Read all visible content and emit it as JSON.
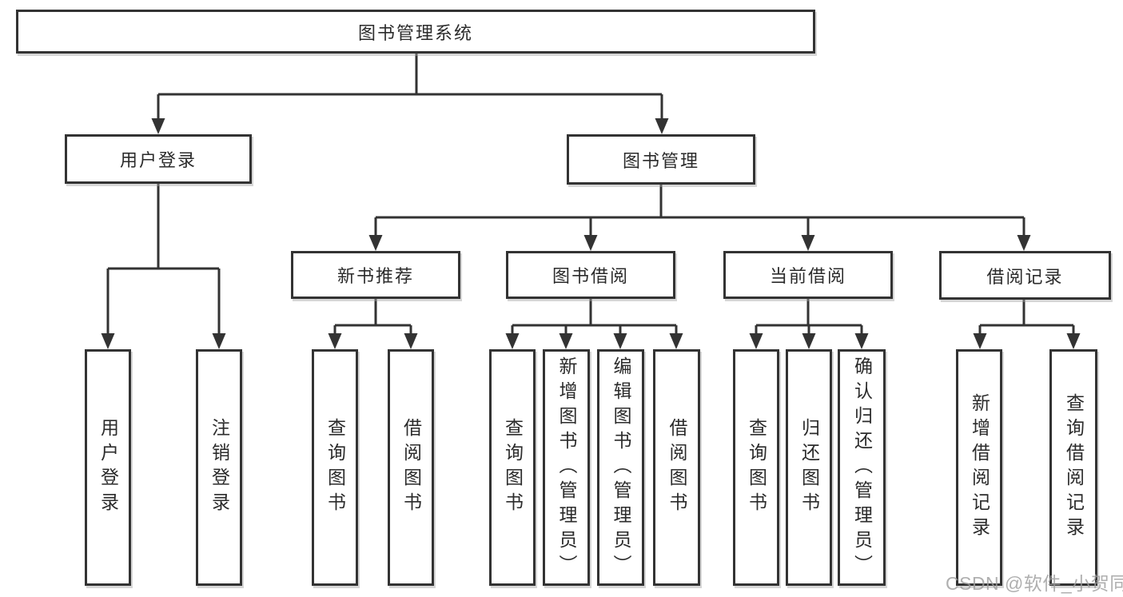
{
  "diagram": {
    "root": {
      "label": "图书管理系统"
    },
    "branches": [
      {
        "label": "用户登录",
        "children": [
          {
            "label": "用户登录"
          },
          {
            "label": "注销登录"
          }
        ]
      },
      {
        "label": "图书管理",
        "children": [
          {
            "label": "新书推荐",
            "children": [
              {
                "label": "查询图书"
              },
              {
                "label": "借阅图书"
              }
            ]
          },
          {
            "label": "图书借阅",
            "children": [
              {
                "label": "查询图书"
              },
              {
                "label": "新增图书（管理员）"
              },
              {
                "label": "编辑图书（管理员）"
              },
              {
                "label": "借阅图书"
              }
            ]
          },
          {
            "label": "当前借阅",
            "children": [
              {
                "label": "查询图书"
              },
              {
                "label": "归还图书"
              },
              {
                "label": "确认归还（管理员）"
              }
            ]
          },
          {
            "label": "借阅记录",
            "children": [
              {
                "label": "新增借阅记录"
              },
              {
                "label": "查询借阅记录"
              }
            ]
          }
        ]
      }
    ]
  },
  "watermark": {
    "text": "CSDN @软件_小贺同学"
  },
  "colors": {
    "line": "#333333",
    "background": "#ffffff",
    "watermark": "#9e9e9e"
  }
}
